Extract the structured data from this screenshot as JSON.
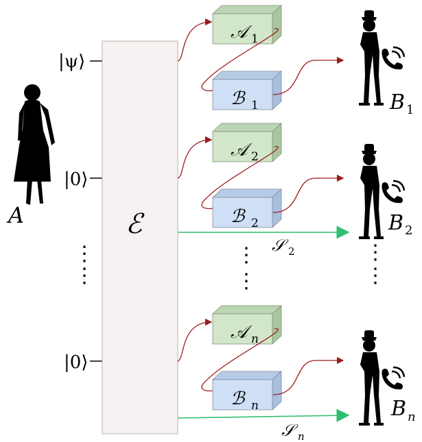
{
  "sender": {
    "name": "A"
  },
  "inputs": [
    {
      "ket": "|ψ⟩"
    },
    {
      "ket": "|0⟩"
    },
    {
      "ket": "|0⟩"
    }
  ],
  "inputs_ellipsis": "⋮",
  "encoder": {
    "label": "ℰ",
    "color": "#f6f2f1"
  },
  "pairs": [
    {
      "a_label": "𝒜",
      "a_sub": "1",
      "b_label": "ℬ",
      "b_sub": "1"
    },
    {
      "a_label": "𝒜",
      "a_sub": "2",
      "b_label": "ℬ",
      "b_sub": "2"
    },
    {
      "a_label": "𝒜",
      "a_sub": "n",
      "b_label": "ℬ",
      "b_sub": "n"
    }
  ],
  "pairs_ellipsis": "⋮",
  "shares": [
    {
      "label": "𝒮",
      "sub": "2"
    },
    {
      "label": "𝒮",
      "sub": "n"
    }
  ],
  "receivers": [
    {
      "name": "B",
      "sub": "1"
    },
    {
      "name": "B",
      "sub": "2"
    },
    {
      "name": "B",
      "sub": "n"
    }
  ],
  "receivers_ellipsis": "⋮",
  "icons": [
    "woman-silhouette-icon",
    "man-on-phone-icon",
    "phone-icon"
  ],
  "colors": {
    "wire_red": "#9b1c1c",
    "arrow_green": "#2fbf71",
    "box_green": "#d2e7c9",
    "box_blue": "#cfe0f6"
  }
}
